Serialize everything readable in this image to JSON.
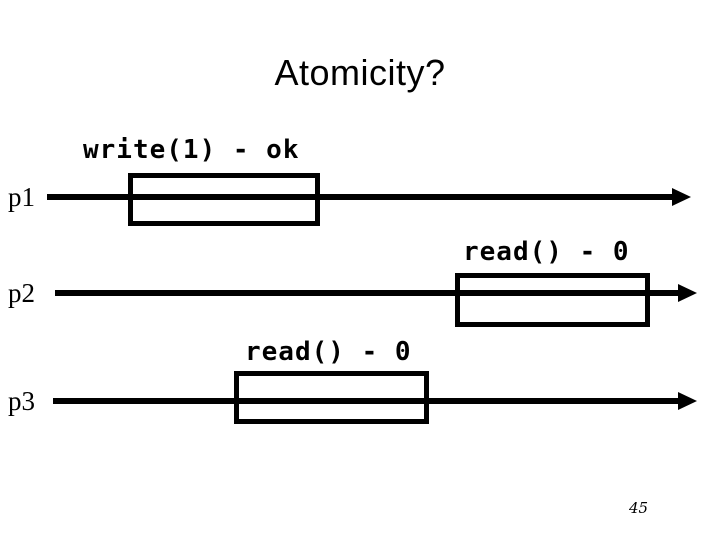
{
  "slide": {
    "title": "Atomicity?",
    "page_number": "45",
    "foreground_color": "#000000",
    "background_color": "#ffffff"
  },
  "timelines": [
    {
      "process": "p1",
      "operation": "write(1) - ok"
    },
    {
      "process": "p2",
      "operation": "read() - 0"
    },
    {
      "process": "p3",
      "operation": "read() - 0"
    }
  ]
}
